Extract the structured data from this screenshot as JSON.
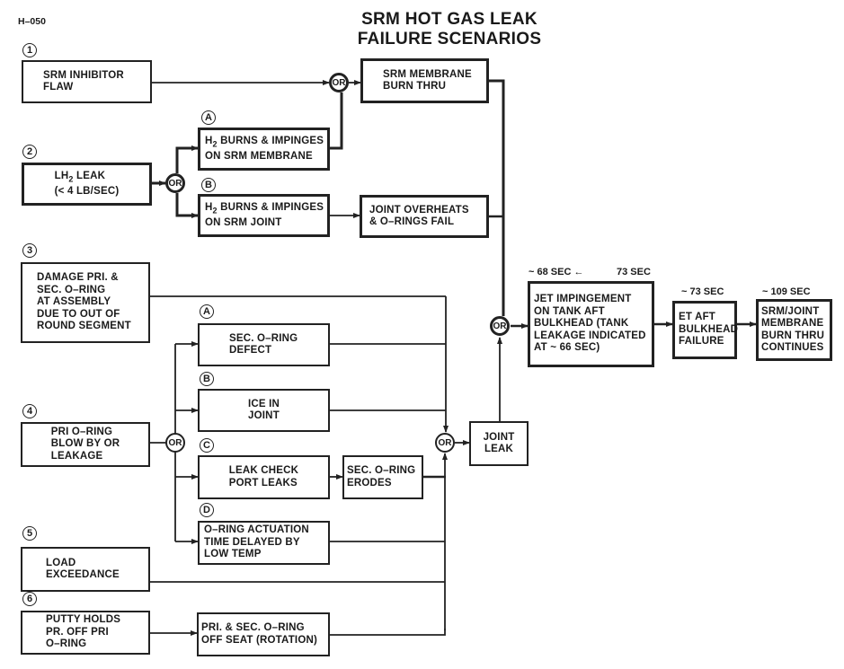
{
  "doc_id": "H–050",
  "title": "SRM HOT GAS LEAK\nFAILURE SCENARIOS",
  "scenario_numbers": [
    "1",
    "2",
    "3",
    "4",
    "5",
    "6"
  ],
  "branch_letters": {
    "s2": [
      "A",
      "B"
    ],
    "s4": [
      "A",
      "B",
      "C",
      "D"
    ]
  },
  "gate_label": "OR",
  "boxes": {
    "srm_inhibitor_flaw": "SRM INHIBITOR\nFLAW",
    "srm_membrane_burn_thru": "SRM MEMBRANE\nBURN THRU",
    "lh2_leak_line1": "LH",
    "lh2_leak_sub": "2",
    "lh2_leak_line1_rest": " LEAK",
    "lh2_leak_line2": "(< 4 LB/SEC)",
    "h2_membrane_pre": "H",
    "h2_membrane_sub": "2",
    "h2_membrane_rest": " BURNS & IMPINGES\nON SRM MEMBRANE",
    "h2_joint_pre": "H",
    "h2_joint_sub": "2",
    "h2_joint_rest": " BURNS & IMPINGES\nON SRM JOINT",
    "joint_overheats": "JOINT OVERHEATS\n& O–RINGS FAIL",
    "damage_oring": "DAMAGE PRI. &\nSEC. O–RING\nAT ASSEMBLY\nDUE TO OUT OF\nROUND SEGMENT",
    "sec_oring_defect": "SEC. O–RING\nDEFECT",
    "ice_in_joint": "ICE IN\nJOINT",
    "pri_oring_blowby": "PRI O–RING\nBLOW BY OR\nLEAKAGE",
    "leak_check_port": "LEAK CHECK\nPORT LEAKS",
    "sec_oring_erodes": "SEC. O–RING\nERODES",
    "oring_actuation": "O–RING ACTUATION\nTIME DELAYED BY\nLOW TEMP",
    "load_exceedance": "LOAD\nEXCEEDANCE",
    "putty_holds": "PUTTY HOLDS\nPR. OFF PRI\nO–RING",
    "oring_off_seat": "PRI. & SEC. O–RING\nOFF SEAT (ROTATION)",
    "joint_leak": "JOINT\nLEAK",
    "jet_impingement": "JET IMPINGEMENT\nON TANK AFT\nBULKHEAD (TANK\nLEAKAGE INDICATED\nAT ~ 66 SEC)",
    "et_aft_bulkhead": "ET AFT\nBULKHEAD\nFAILURE",
    "srm_joint_continues": "SRM/JOINT\nMEMBRANE\nBURN THRU\nCONTINUES"
  },
  "timing": {
    "jet_start": "~ 68 SEC ←",
    "jet_end": "73 SEC",
    "et_aft": "~ 73 SEC",
    "srm_joint": "~ 109 SEC"
  }
}
